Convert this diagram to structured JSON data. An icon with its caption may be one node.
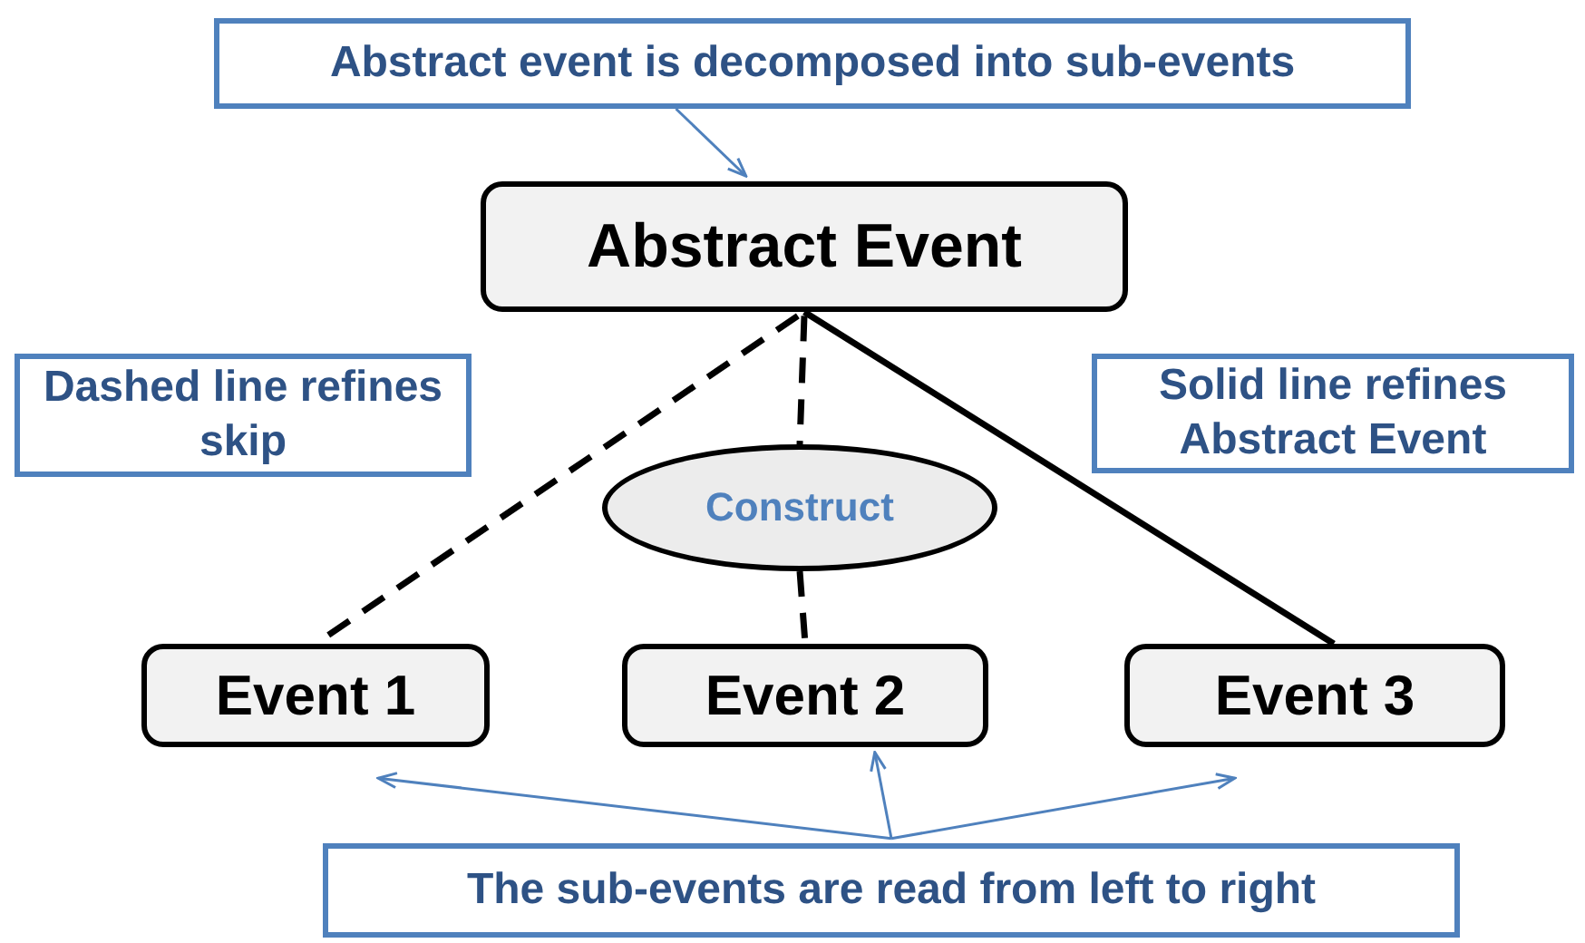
{
  "diagram": {
    "nodes": [
      {
        "text": [
          "Abstract event is decomposed into sub-events"
        ]
      },
      {
        "text": [
          "Abstract Event"
        ]
      },
      {
        "text": [
          "Dashed line refines skip"
        ]
      },
      {
        "text": [
          "Construct"
        ]
      },
      {
        "text": [
          "Solid line refines Abstract Event"
        ]
      },
      {
        "text": [
          "Event 1"
        ]
      },
      {
        "text": [
          "Event 2"
        ]
      },
      {
        "text": [
          "Event 3"
        ]
      },
      {
        "text": [
          "The sub-events are read from left to right"
        ]
      }
    ],
    "edges": [
      {
        "from": 0,
        "to": 1,
        "arrow": "to"
      },
      {
        "from": 1,
        "to": 3,
        "arrow": "none",
        "style": "dashed",
        "color": "#000000"
      },
      {
        "from": 1,
        "to": 5,
        "arrow": "none",
        "style": "dashed",
        "color": "#000000"
      },
      {
        "from": 1,
        "to": 7,
        "arrow": "none",
        "style": "thick",
        "color": "#000000"
      },
      {
        "from": 3,
        "to": 6,
        "arrow": "none",
        "style": "dashed",
        "color": "#000000"
      },
      {
        "from": 8,
        "to": 5,
        "arrow": "to"
      },
      {
        "from": 8,
        "to": 6,
        "arrow": "to"
      },
      {
        "from": 8,
        "to": 7,
        "arrow": "to"
      }
    ]
  }
}
